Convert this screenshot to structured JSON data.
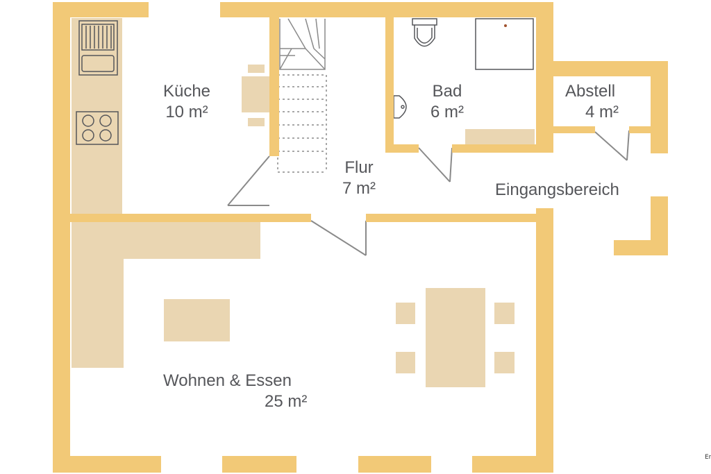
{
  "colors": {
    "wall": "#f2c977",
    "furniture": "#ead6b2",
    "door": "#8a8a8a",
    "label": "#55565a"
  },
  "rooms": {
    "kueche": {
      "name": "Küche",
      "area": "10 m²"
    },
    "bad": {
      "name": "Bad",
      "area": "6 m²"
    },
    "abstell": {
      "name": "Abstell",
      "area": "4 m²"
    },
    "flur": {
      "name": "Flur",
      "area": "7 m²"
    },
    "eingang": {
      "name": "Eingangsbereich"
    },
    "wohnen": {
      "name": "Wohnen & Essen",
      "area": "25 m²"
    }
  },
  "corner_text": "Er"
}
